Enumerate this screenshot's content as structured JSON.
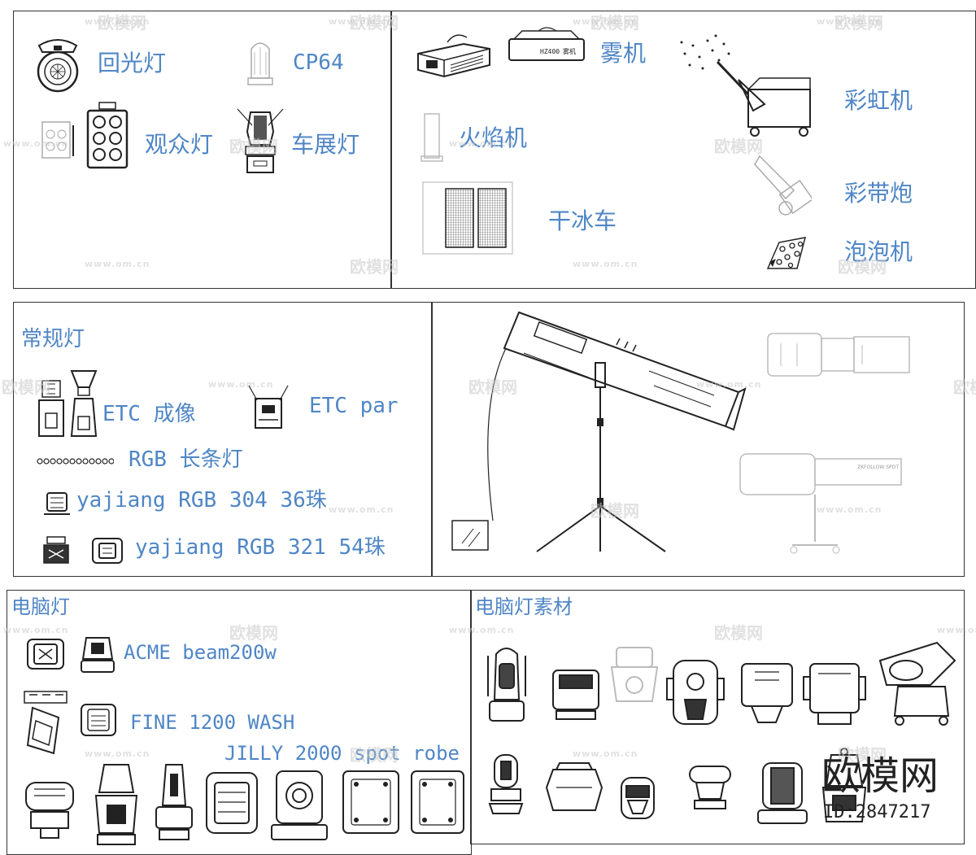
{
  "panel1": {
    "labels": {
      "huiguang": "回光灯",
      "cp64": "CP64",
      "guanzhong": "观众灯",
      "chezhan": "车展灯"
    }
  },
  "panel2": {
    "labels": {
      "wuji": "雾机",
      "caihong": "彩虹机",
      "huoyan": "火焰机",
      "caidai": "彩带炮",
      "ganbing": "干冰车",
      "paopao": "泡泡机"
    },
    "machine_text": {
      "hz400": "HZ400",
      "wuji_small": "雾机"
    }
  },
  "panel3": {
    "title": "常规灯",
    "labels": {
      "etc_chengxiang": "ETC 成像",
      "etc_par": "ETC par",
      "rgb_changtiao": "RGB 长条灯",
      "yajiang304": "yajiang RGB 304 36珠",
      "yajiang321": "yajiang RGB 321 54珠"
    }
  },
  "panel4": {
    "follow_spot_text": "ZKFOLLOW SPOT"
  },
  "panel5": {
    "title": "电脑灯",
    "labels": {
      "acme": "ACME beam200w",
      "fine": "FINE 1200 WASH",
      "jilly": "JILLY 2000 spot robe"
    }
  },
  "panel6": {
    "title": "电脑灯素材"
  },
  "watermark": {
    "url_text": "www.om.cn",
    "logo_text": "欧模网",
    "brand": "欧模网",
    "id": "ID:2847217"
  }
}
